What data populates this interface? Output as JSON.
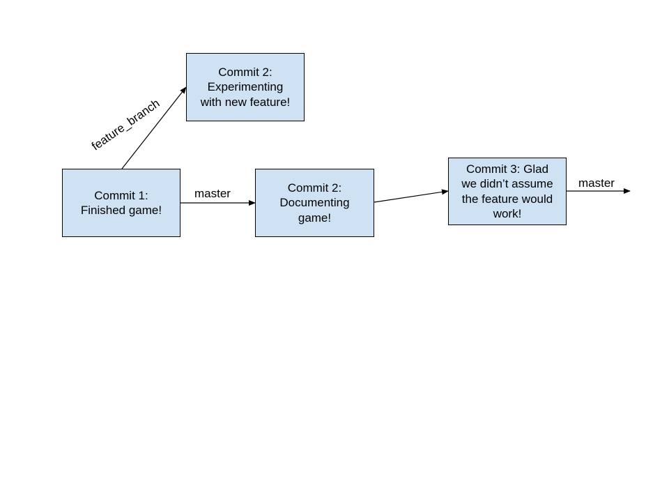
{
  "diagram": {
    "nodes": {
      "commit_1": "Commit 1:\nFinished game!",
      "commit_2_feature": "Commit 2:\nExperimenting\nwith new feature!",
      "commit_2_master": "Commit 2:\nDocumenting\ngame!",
      "commit_3": "Commit 3: Glad\nwe didn’t assume\nthe feature would\nwork!"
    },
    "edges": {
      "master_label_1": "master",
      "master_label_2": "master",
      "feature_label": "feature_branch"
    },
    "colors": {
      "node_fill": "#cfe2f3",
      "stroke": "#000000"
    }
  }
}
